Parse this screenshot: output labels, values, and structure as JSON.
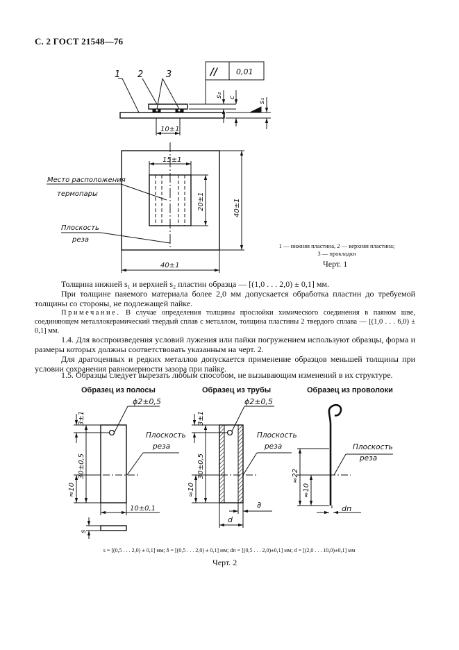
{
  "header": "С. 2 ГОСТ 21548—76",
  "fig1": {
    "labels": [
      "1",
      "2",
      "3"
    ],
    "tol_symbol": "//",
    "tol_value": "0,01",
    "dim_s2": "s₂",
    "dim_c": "c",
    "dim_s1": "s₁",
    "dim_10": "10±1",
    "dim_15": "15±1",
    "dim_20": "20±1",
    "dim_40v": "40±1",
    "dim_40h": "40±1",
    "label_thermo_1": "Место расположения",
    "label_thermo_2": "термопары",
    "label_cut_1": "Плоскость",
    "label_cut_2": "реза",
    "caption_1": "1 — нижняя пластина, 2 — верхняя пластина;",
    "caption_2": "3 — прокладки",
    "chert": "Черт. 1"
  },
  "text": {
    "p1": "Толщина нижней s₁ и верхней s₂ пластин образца — [(1,0 . . . 2,0) ± 0,1] мм.",
    "p2": "При толщине паяемого материала более 2,0 мм допускается обработка пластин до требуемой толщины со стороны, не подлежащей пайке.",
    "note_title": "Примечание.",
    "note_body": " В случае определения толщины прослойки химического соединения в паяном шве, соединяющем металлокерамический твердый сплав с металлом, толщина пластины 2 твердого сплава — [(1,0 . . . 6,0) ± 0,1] мм.",
    "p3": "1.4. Для воспроизведения условий лужения или пайки погружением используют образцы, форма и размеры которых должны соответствовать указанным на черт. 2.",
    "p4": "Для драгоценных и редких металлов допускается применение образцов меньшей толщины при условии сохранения равномерности зазора при пайке.",
    "p5": "1.5. Образцы следует вырезать любым способом, не вызывающим изменений в их структуре."
  },
  "fig2": {
    "title_strip": "Образец из полосы",
    "title_tube": "Образец из трубы",
    "title_wire": "Образец из проволоки",
    "dim_hole": "ϕ2±0,5",
    "dim_3": "3±1",
    "dim_30": "30±0,5",
    "dim_10approx": "≈10",
    "dim_width": "10±0,1",
    "dim_s": "s",
    "dim_d": "d",
    "dim_delta": "∂",
    "dim_22": "≈22",
    "dim_dn": "dп",
    "label_cut_1": "Плоскость",
    "label_cut_2": "реза",
    "formula": "s = [(0,5 . . . 2,0) ± 0,1] мм; δ = [(0,5 . . . 2,0) ± 0,1] мм; dп = [(0,5 . . . 2,0)±0,1] мм; d = [(2,0 . . . 10,0)±0,1] мм",
    "chert": "Черт. 2"
  }
}
